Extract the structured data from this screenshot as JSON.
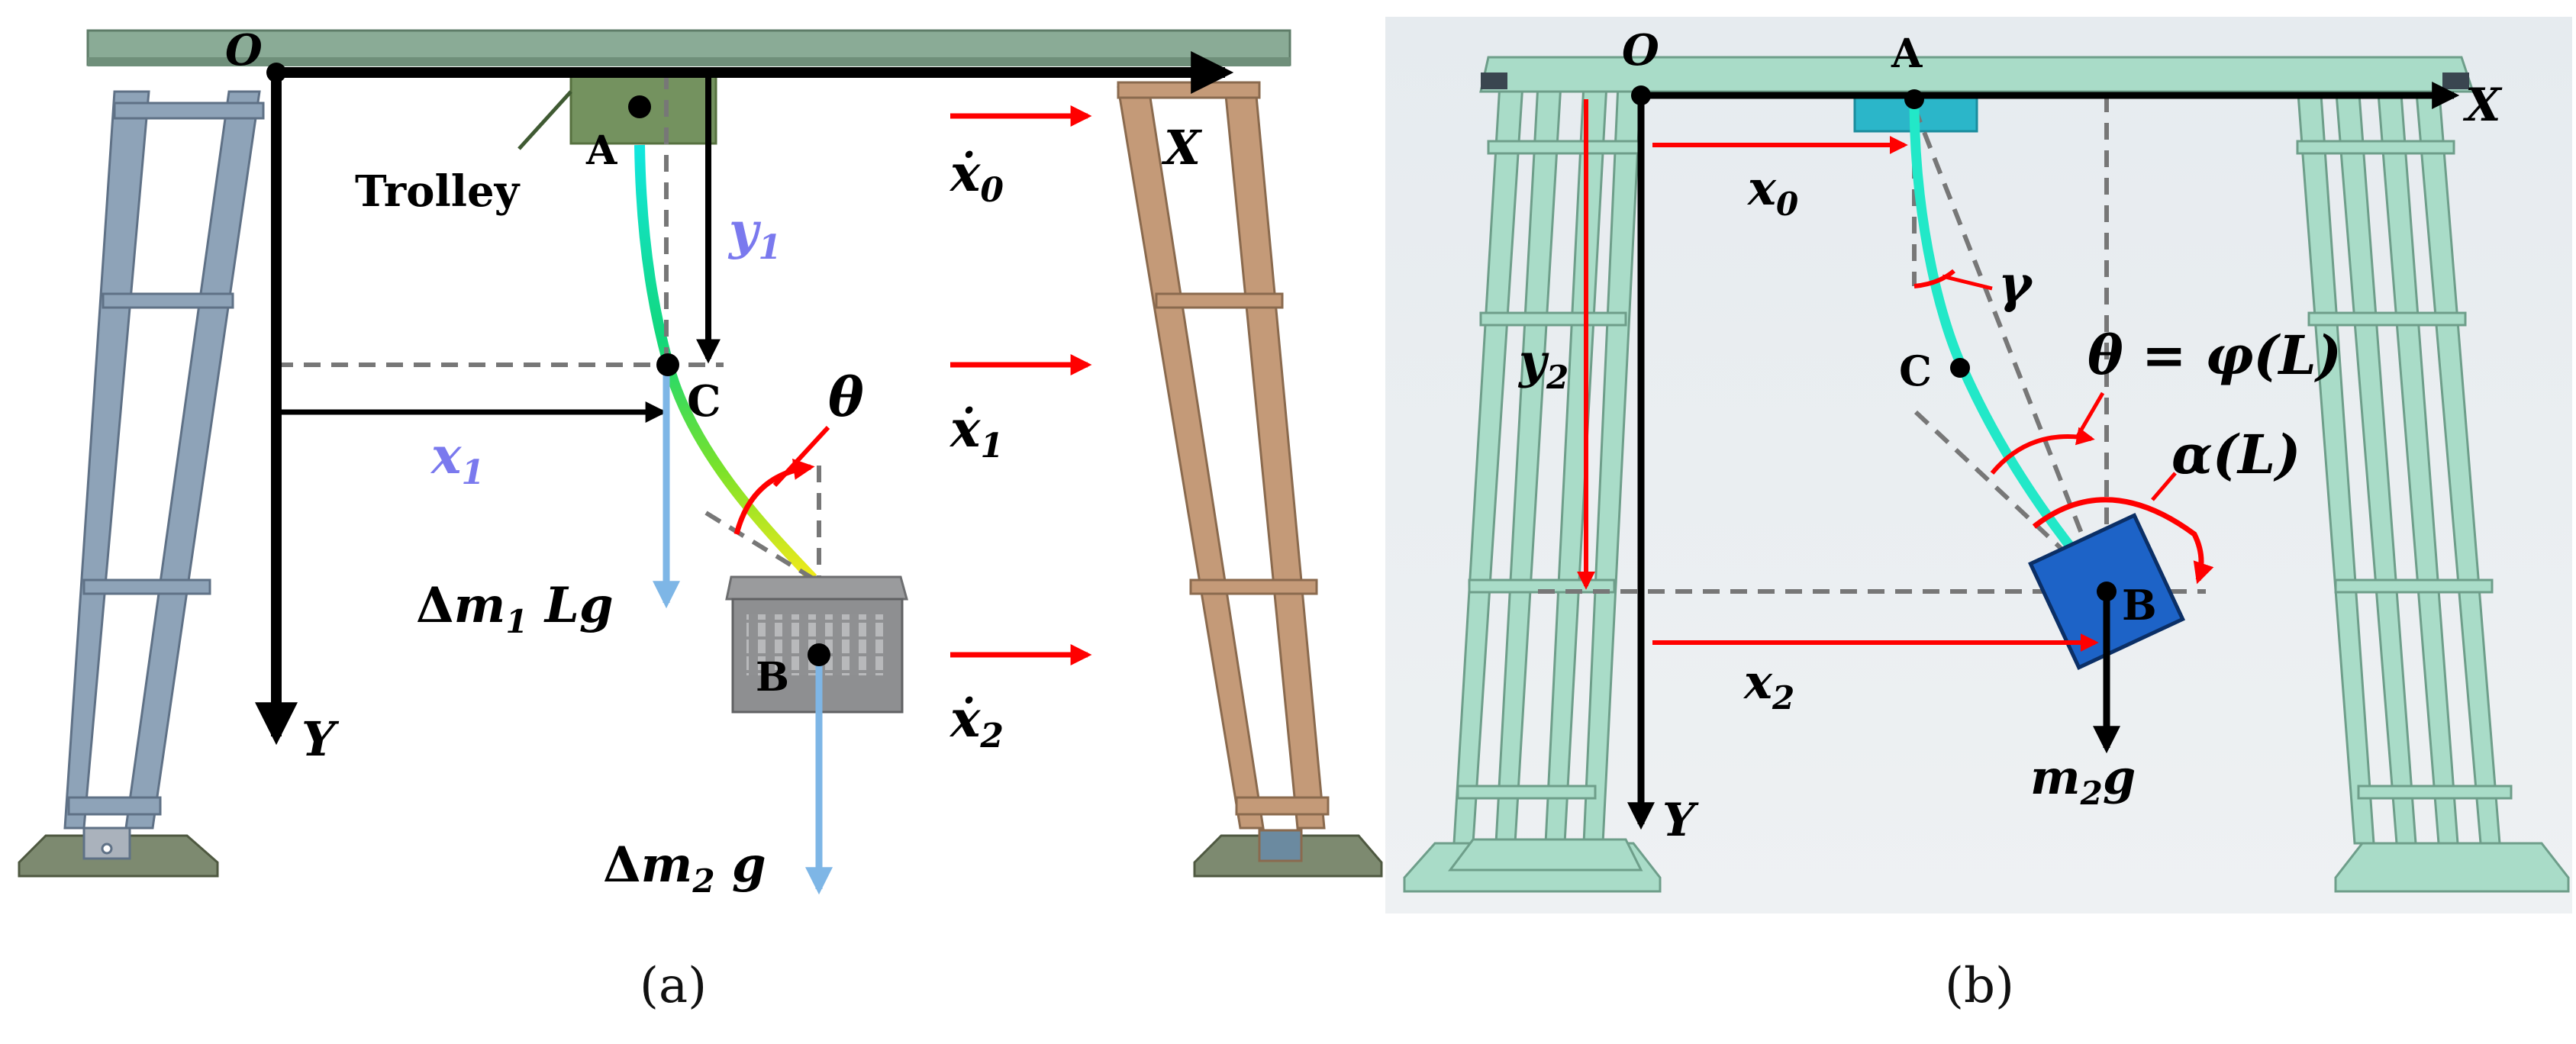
{
  "panel_a": {
    "origin": "O",
    "axis_x": "X",
    "axis_y": "Y",
    "point_a": "A",
    "point_b": "B",
    "point_c": "C",
    "trolley": "Trolley",
    "x1": "x",
    "x1_sub": "1",
    "y1": "y",
    "y1_sub": "1",
    "theta": "θ",
    "xdot0": "ẋ",
    "xdot0_sub": "0",
    "xdot1": "ẋ",
    "xdot1_sub": "1",
    "xdot2": "ẋ",
    "xdot2_sub": "2",
    "force1_pre": "Δ",
    "force1_m": "m",
    "force1_sub": "1",
    "force1_post": " Lg",
    "force2_pre": "Δ",
    "force2_m": "m",
    "force2_sub": "2",
    "force2_post": " g",
    "caption": "(a)"
  },
  "panel_b": {
    "origin": "O",
    "axis_x": "X",
    "axis_y": "Y",
    "point_a": "A",
    "point_b": "B",
    "point_c": "C",
    "x0": "x",
    "x0_sub": "0",
    "x2": "x",
    "x2_sub": "2",
    "y2": "y",
    "y2_sub": "2",
    "gamma": "γ",
    "theta_eq": "θ = φ(L)",
    "alpha": "α(L)",
    "weight_m": "m",
    "weight_sub": "2",
    "weight_post": "g",
    "caption": "(b)"
  },
  "colors": {
    "beam": "#8aab96",
    "steel_blue": "#8ea3b8",
    "rust": "#c49a78",
    "frame_b": "#a9dcc8",
    "payload_b": "#1d63c7",
    "trolley_b": "#2bb6c9",
    "red": "#ff0000",
    "light_blue": "#7eb6e6",
    "purple": "#7a79ee"
  }
}
